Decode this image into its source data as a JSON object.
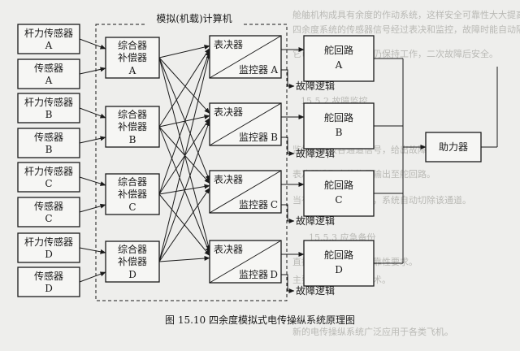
{
  "background_text": [
    "舱舳机构成具有余度的作动系统，这样安全可靠性大大提高。",
    "四余度系统的传感器信号经过表决和监控，故障时能自动隔离。",
    "它可以在一次故障后仍保持工作，二次故障后安全。",
    "15.5.2 故障监控",
    "监控器比较各通道信号，给出故障判别结果。",
    "表决器选取中值信号输出至舵回路。",
    "当有一个通道故障时，系统自动切除该通道。",
    "15.5.3 应急备份",
    "直接链支撑系统的可靠性要求。",
    "主要零件采用成熟技术。",
    "新的电传操纵系统广泛应用于各类飞机。"
  ],
  "computer_label": "模拟(机载)计算机",
  "channels": [
    {
      "stick_sensor": [
        "杆力传感器",
        "A"
      ],
      "sensor": [
        "传感器",
        "A"
      ],
      "compensator": [
        "综合器",
        "补偿器",
        "A"
      ],
      "voter": "表决器",
      "monitor": "监控器",
      "monitor_channel": "A",
      "fault_logic": "故障逻辑",
      "rudder_loop": [
        "舵回路",
        "A"
      ]
    },
    {
      "stick_sensor": [
        "杆力传感器",
        "B"
      ],
      "sensor": [
        "传感器",
        "B"
      ],
      "compensator": [
        "综合器",
        "补偿器",
        "B"
      ],
      "voter": "表决器",
      "monitor": "监控器",
      "monitor_channel": "B",
      "fault_logic": "故障逻辑",
      "rudder_loop": [
        "舵回路",
        "B"
      ]
    },
    {
      "stick_sensor": [
        "杆力传感器",
        "C"
      ],
      "sensor": [
        "传感器",
        "C"
      ],
      "compensator": [
        "综合器",
        "补偿器",
        "C"
      ],
      "voter": "表决器",
      "monitor": "监控器",
      "monitor_channel": "C",
      "fault_logic": "故障逻辑",
      "rudder_loop": [
        "舵回路",
        "C"
      ]
    },
    {
      "stick_sensor": [
        "杆力传感器",
        "D"
      ],
      "sensor": [
        "传感器",
        "D"
      ],
      "compensator": [
        "综合器",
        "补偿器",
        "D"
      ],
      "voter": "表决器",
      "monitor": "监控器",
      "monitor_channel": "D",
      "fault_logic": "故障逻辑",
      "rudder_loop": [
        "舵回路",
        "D"
      ]
    }
  ],
  "booster": "助力器",
  "caption": "图 15.10    四余度模拟式电传操纵系统原理图"
}
